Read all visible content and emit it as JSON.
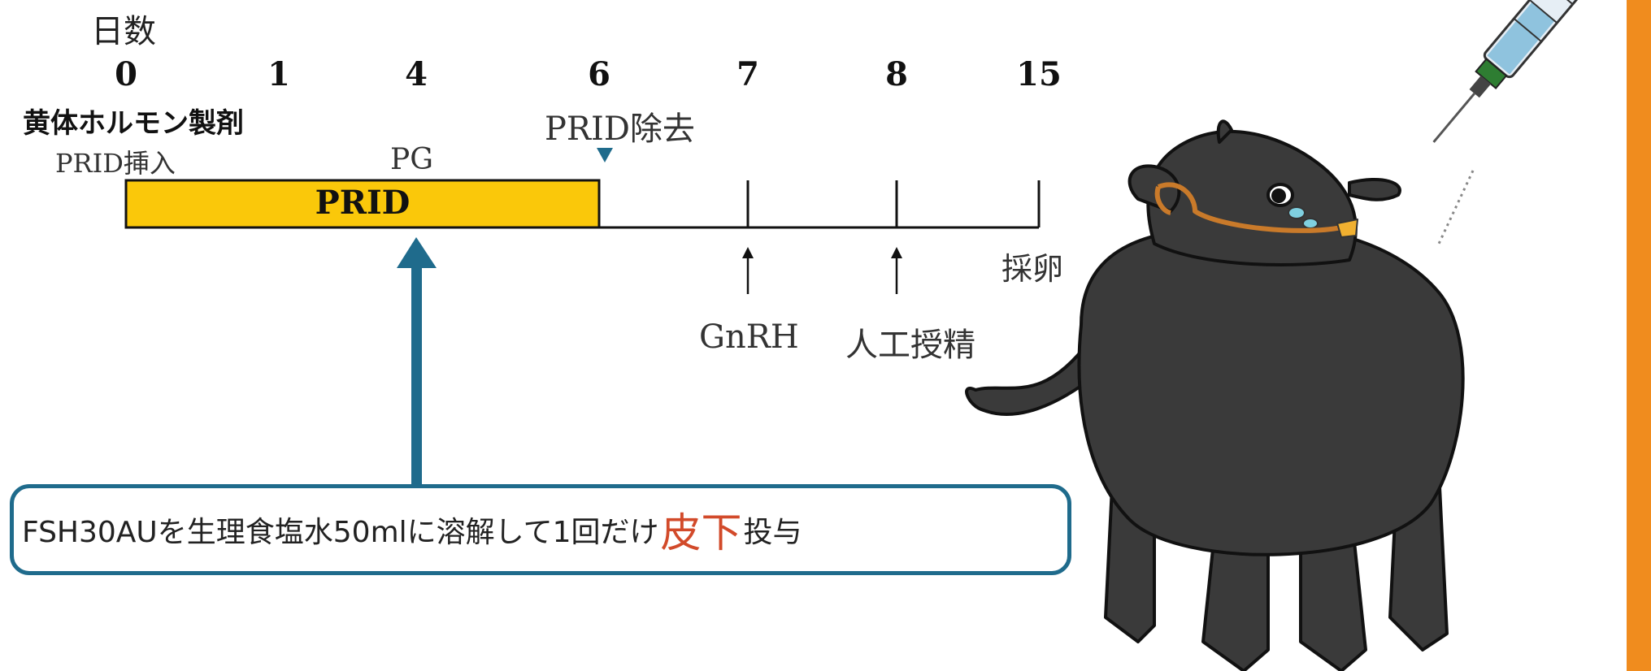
{
  "timeline": {
    "day_heading": "日数",
    "days": [
      "0",
      "1",
      "4",
      "6",
      "7",
      "8",
      "15"
    ],
    "prep_label": "黄体ホルモン製剤",
    "prid_insert": "PRID挿入",
    "pg_label": "PG",
    "prid_removal": "PRID除去",
    "prid_bar_label": "PRID",
    "gnrh_label": "GnRH",
    "ai_label": "人工授精",
    "egg_collection": "採卵"
  },
  "callout": {
    "text_before": "FSH30AUを生理食塩水50mlに溶解して1回だけ",
    "highlight": "皮下",
    "text_after": "投与"
  },
  "colors": {
    "prid_bar": "#fac80a",
    "arrow_blue": "#1f6b8c",
    "highlight_red": "#d24a2a",
    "side_orange": "#f08c1e",
    "cow": "#3a3a3a"
  }
}
